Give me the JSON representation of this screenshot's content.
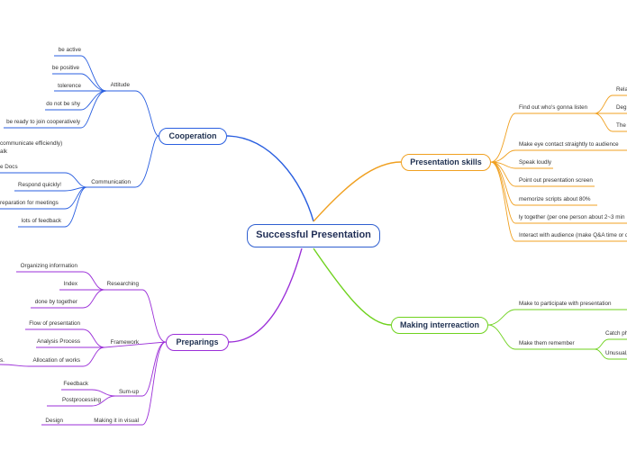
{
  "colors": {
    "center": "#2f5fd0",
    "cooperation": "#2a5fe0",
    "presentation": "#f0a020",
    "interaction": "#6fd21e",
    "preparings": "#9b2fd8"
  },
  "center": {
    "label": "Successful Presentation"
  },
  "cooperation": {
    "label": "Cooperation",
    "attitude": {
      "label": "Attitude",
      "items": [
        "be active",
        "be positive",
        "tolerence",
        "do not be shy",
        "be ready to join cooperatively"
      ]
    },
    "communication": {
      "label": "Communication",
      "items": [
        "communicate efficiendly)",
        "alk",
        "e Docs",
        "Respond quickly!",
        "reparation for meetings",
        "lots of feedback"
      ]
    }
  },
  "presentation": {
    "label": "Presentation skills",
    "find_out": {
      "label": "Find out who's gonna listen",
      "items": [
        "Rela",
        "Deg",
        "The"
      ]
    },
    "items": [
      "Make eye contact straightly to audience",
      "Speak loudly",
      "Point out presentation screen",
      "memorize scripts about 80%",
      "ly together (per one person about 2~3 min",
      "Interact with audience (make Q&A time or q"
    ]
  },
  "interaction": {
    "label": "Making interreaction",
    "participate": "Make to participate with presentation",
    "remember": {
      "label": "Make them remember",
      "items": [
        "Catch ph",
        "Unusual,"
      ]
    }
  },
  "preparings": {
    "label": "Preparings",
    "researching": {
      "label": "Researching",
      "items": [
        "Organizing information",
        "Index",
        "done by together"
      ]
    },
    "framework": {
      "label": "Framework",
      "items": [
        "Flow of presentation",
        "Analysis Process",
        "Allocation of works",
        "s."
      ]
    },
    "sumup": {
      "label": "Sum-up",
      "items": [
        "Feedback",
        "Postprocessing"
      ]
    },
    "visual": {
      "label": "Making it in visual",
      "items": [
        "Design"
      ]
    }
  }
}
